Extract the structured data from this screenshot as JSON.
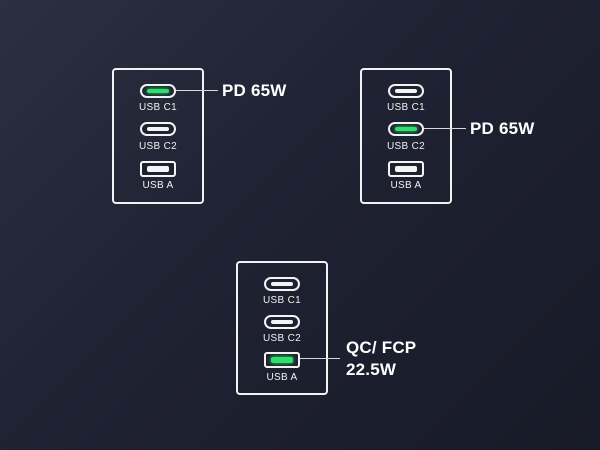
{
  "chargers": [
    {
      "ports": [
        {
          "label": "USB C1",
          "active": true
        },
        {
          "label": "USB C2",
          "active": false
        },
        {
          "label": "USB A",
          "active": false
        }
      ],
      "callout": [
        "PD 65W"
      ]
    },
    {
      "ports": [
        {
          "label": "USB C1",
          "active": false
        },
        {
          "label": "USB C2",
          "active": true
        },
        {
          "label": "USB A",
          "active": false
        }
      ],
      "callout": [
        "PD 65W"
      ]
    },
    {
      "ports": [
        {
          "label": "USB C1",
          "active": false
        },
        {
          "label": "USB C2",
          "active": false
        },
        {
          "label": "USB A",
          "active": true
        }
      ],
      "callout": [
        "QC/ FCP",
        "22.5W"
      ]
    }
  ],
  "colors": {
    "active_port": "#2ee06c",
    "outline": "#f2f2f2",
    "background": "#1f2232"
  }
}
